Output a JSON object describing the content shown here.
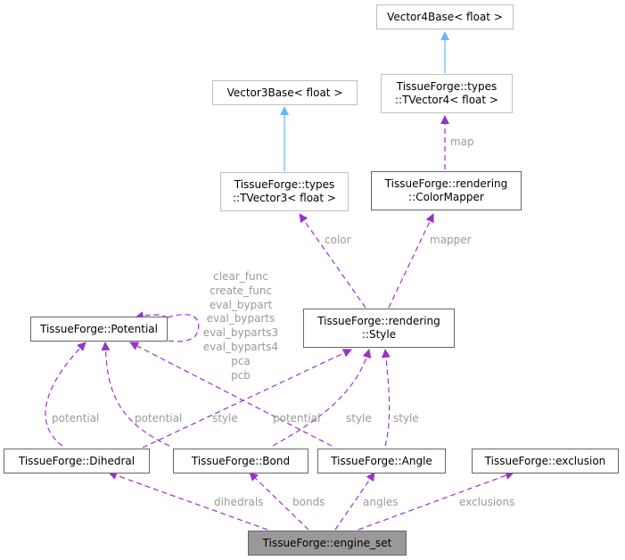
{
  "nodes": {
    "vector4base": {
      "lines": [
        "Vector4Base< float >"
      ]
    },
    "tvector4": {
      "lines": [
        "TissueForge::types",
        "::TVector4< float >"
      ]
    },
    "vector3base": {
      "lines": [
        "Vector3Base< float >"
      ]
    },
    "tvector3": {
      "lines": [
        "TissueForge::types",
        "::TVector3< float >"
      ]
    },
    "colormapper": {
      "lines": [
        "TissueForge::rendering",
        "::ColorMapper"
      ]
    },
    "potential": {
      "lines": [
        "TissueForge::Potential"
      ]
    },
    "style": {
      "lines": [
        "TissueForge::rendering",
        "::Style"
      ]
    },
    "dihedral": {
      "lines": [
        "TissueForge::Dihedral"
      ]
    },
    "bond": {
      "lines": [
        "TissueForge::Bond"
      ]
    },
    "angle": {
      "lines": [
        "TissueForge::Angle"
      ]
    },
    "exclusion": {
      "lines": [
        "TissueForge::exclusion"
      ]
    },
    "engine_set": {
      "lines": [
        "TissueForge::engine_set"
      ]
    }
  },
  "edge_labels": {
    "map": "map",
    "color": "color",
    "mapper": "mapper",
    "potential_self": [
      "clear_func",
      "create_func",
      "eval_bypart",
      "eval_byparts",
      "eval_byparts3",
      "eval_byparts4",
      "pca",
      "pcb"
    ],
    "dihedral_potential": "potential",
    "bond_potential": "potential",
    "angle_potential": "potential",
    "dihedral_style": "style",
    "bond_style": "style",
    "angle_style": "style",
    "dihedrals": "dihedrals",
    "bonds": "bonds",
    "angles": "angles",
    "exclusions": "exclusions"
  },
  "colors": {
    "inheritance_arrow": "#63b8ff",
    "usage_arrow": "#9a32cd",
    "label_text": "#9a9a9a",
    "root_fill": "#999999"
  }
}
